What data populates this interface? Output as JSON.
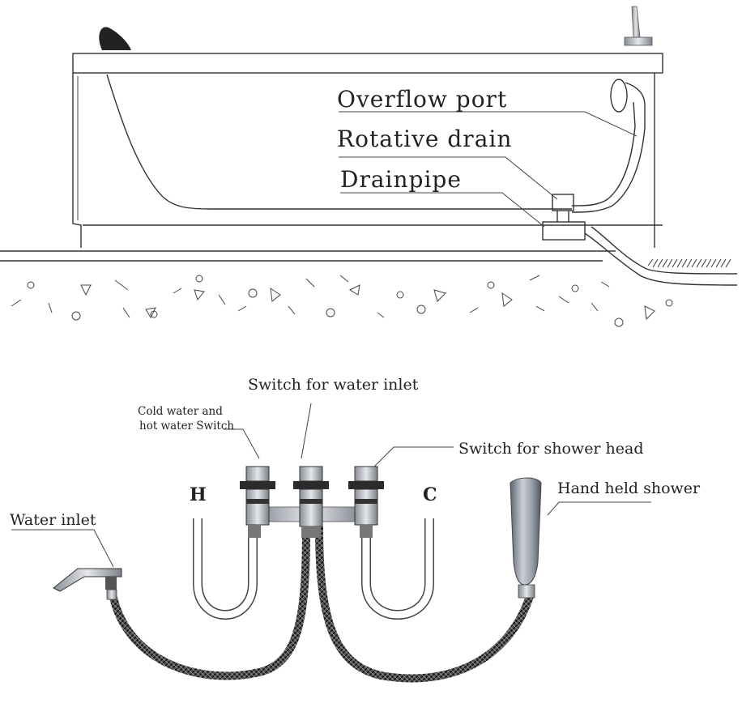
{
  "top_diagram": {
    "labels": {
      "overflow_port": "Overflow port",
      "rotative_drain": "Rotative drain",
      "drainpipe": "Drainpipe"
    }
  },
  "bottom_diagram": {
    "labels": {
      "switch_water_inlet": "Switch for water inlet",
      "cold_hot_line1": "Cold water and",
      "cold_hot_line2": "hot water Switch",
      "switch_shower_head": "Switch for shower head",
      "hand_held_shower": "Hand held shower",
      "water_inlet": "Water inlet",
      "hot_marker": "H",
      "cold_marker": "C"
    }
  }
}
